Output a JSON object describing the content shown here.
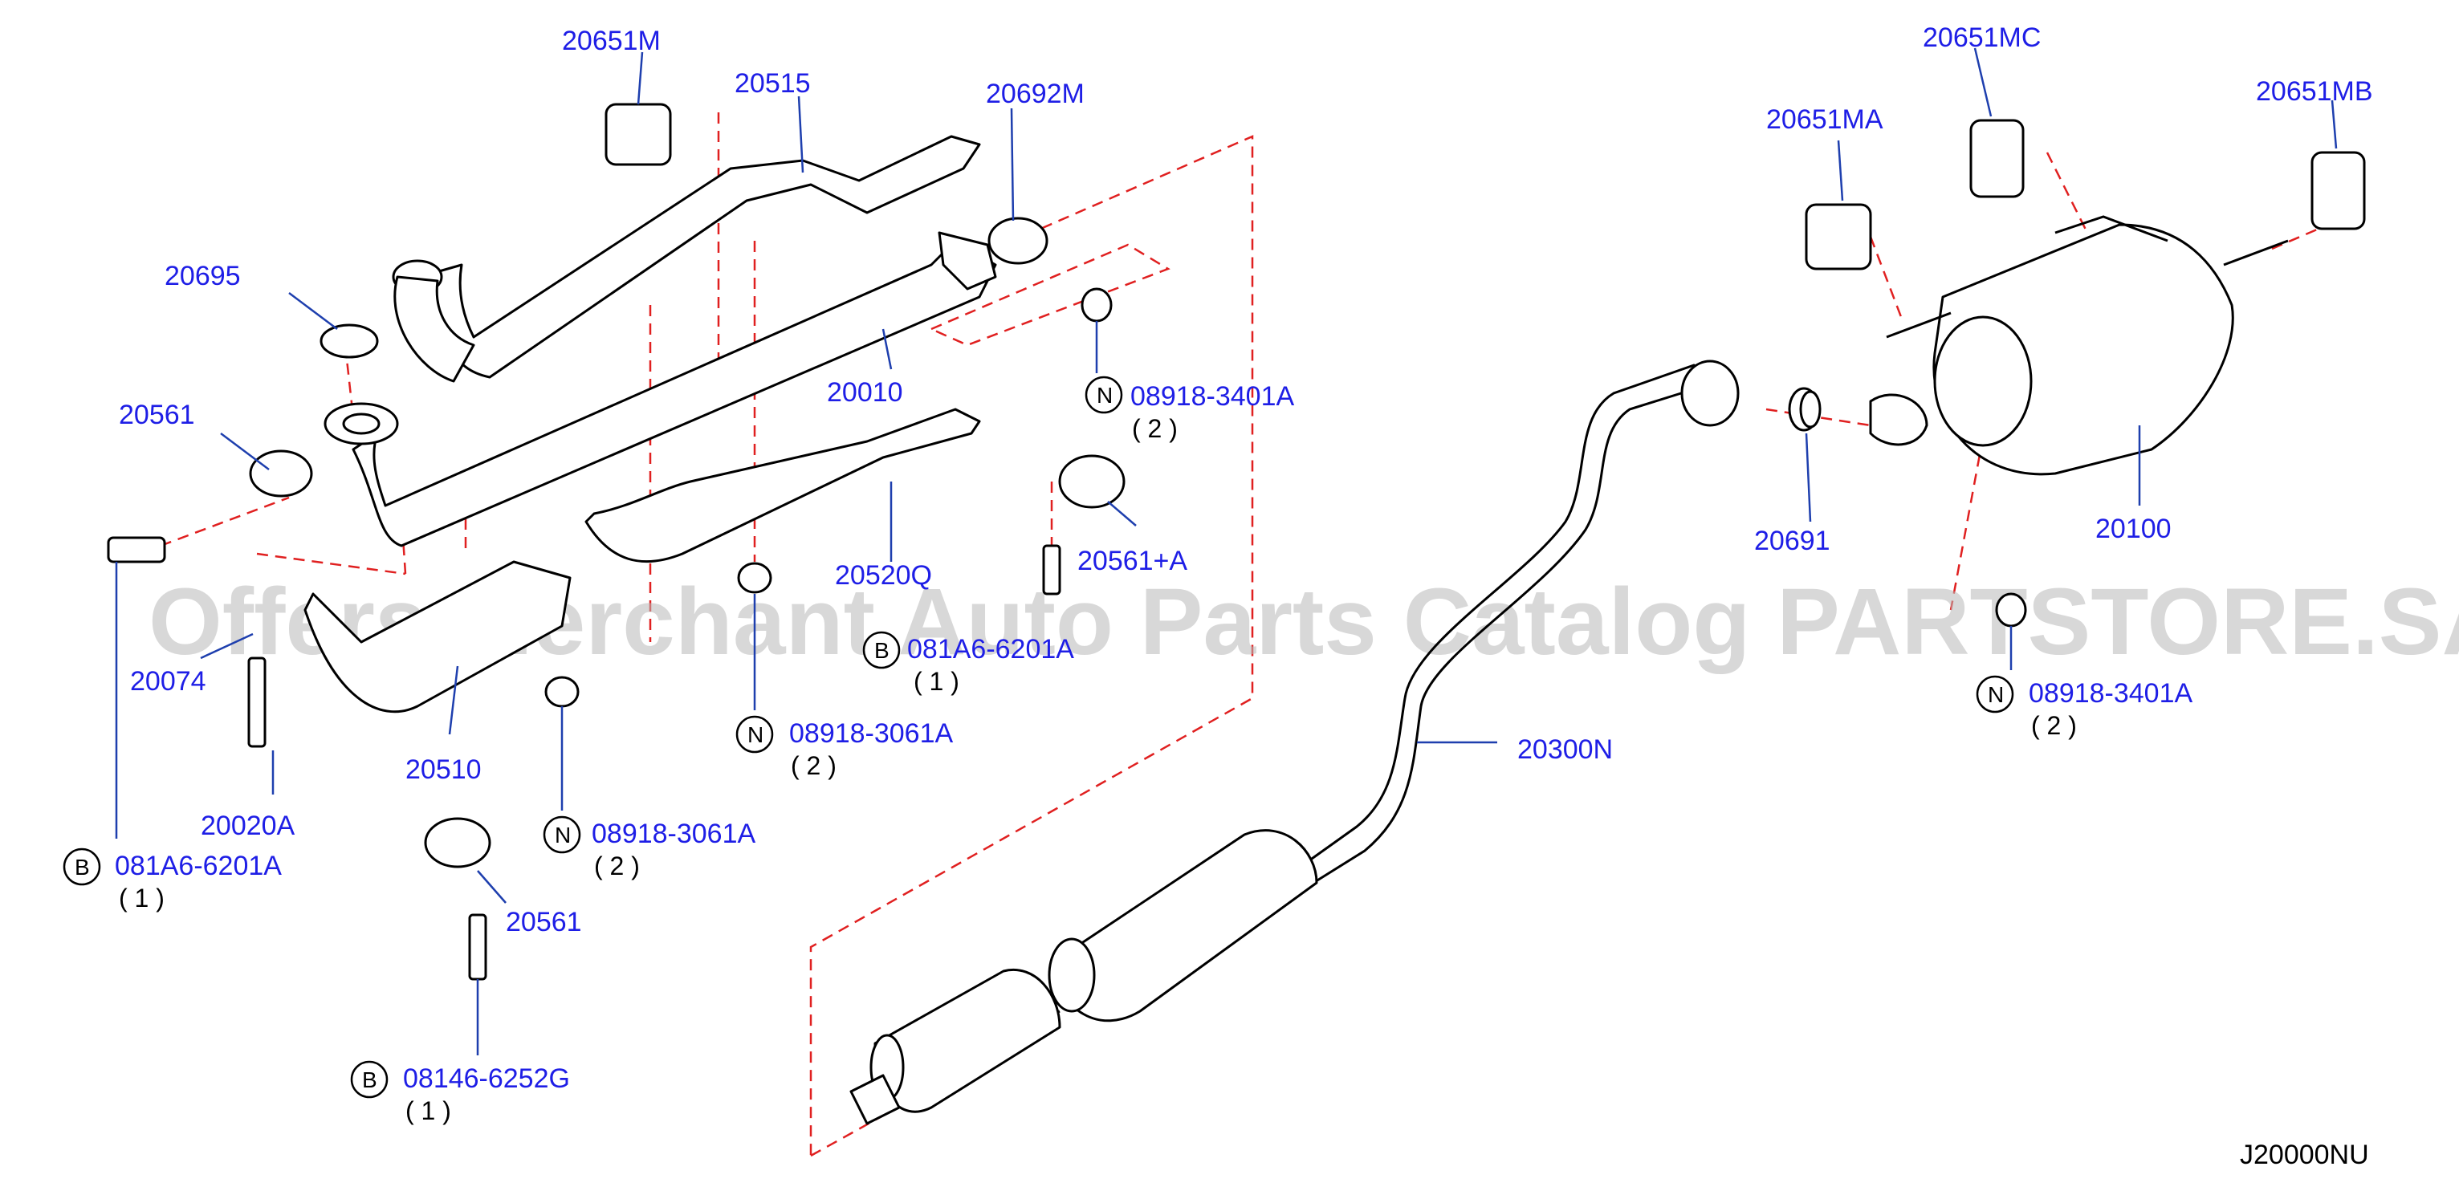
{
  "labels": {
    "p20651m": "20651M",
    "p20515": "20515",
    "p20692m": "20692M",
    "p20695": "20695",
    "p20010": "20010",
    "p20561_a": "20561",
    "p20520q": "20520Q",
    "p20561pa": "20561+A",
    "p20074": "20074",
    "p20510": "20510",
    "p20020a": "20020A",
    "p20561_b": "20561",
    "p20651ma": "20651MA",
    "p20651mc": "20651MC",
    "p20651mb": "20651MB",
    "p20691": "20691",
    "p20100": "20100",
    "p20300n": "20300N"
  },
  "fasteners": [
    {
      "prefix": "N",
      "part": "08918-3401A",
      "qty": "( 2 )"
    },
    {
      "prefix": "B",
      "part": "081A6-6201A",
      "qty": "( 1 )"
    },
    {
      "prefix": "N",
      "part": "08918-3061A",
      "qty": "( 2 )"
    },
    {
      "prefix": "N",
      "part": "08918-3061A",
      "qty": "( 2 )"
    },
    {
      "prefix": "B",
      "part": "081A6-6201A",
      "qty": "( 1 )"
    },
    {
      "prefix": "B",
      "part": "08146-6252G",
      "qty": "( 1 )"
    },
    {
      "prefix": "N",
      "part": "08918-3401A",
      "qty": "( 2 )"
    }
  ],
  "diagram_code": "J20000NU",
  "watermark": "Offers Merchant Auto Parts Catalog PARTSTORE.SA",
  "colors": {
    "label": "#1e1ee6",
    "leader": "#1e3fae",
    "dashed_guide": "#e02020",
    "outline": "#000000",
    "watermark": "#b8b8b8"
  }
}
